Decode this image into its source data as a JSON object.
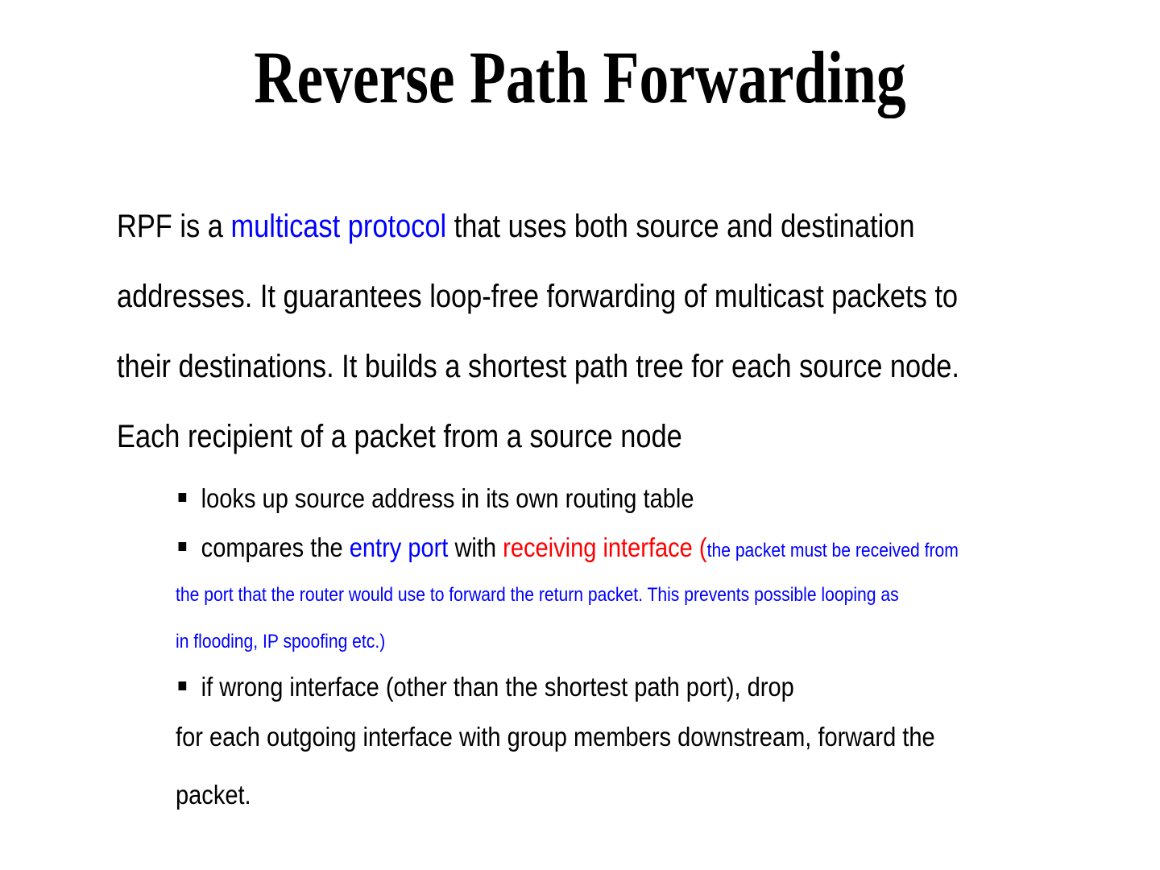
{
  "slide": {
    "title": "Reverse Path Forwarding",
    "colors": {
      "text": "#000000",
      "accent_blue": "#0000ff",
      "accent_red": "#ff0000",
      "background": "#ffffff"
    },
    "paragraph": {
      "line1_a": "RPF is a ",
      "line1_link": "multicast protocol",
      "line1_b": " that uses both source and destination",
      "line2": "addresses. It guarantees loop-free forwarding of multicast packets to",
      "line3": "their destinations. It builds a shortest path tree for each source node.",
      "line4": "Each recipient of a packet from a source node"
    },
    "bullets": [
      {
        "marker": "square-bullet",
        "text": " looks up source address in its own routing table"
      },
      {
        "marker": "square-bullet",
        "text_a": "compares the ",
        "text_blue": "entry port",
        "text_b": " with ",
        "text_red": "receiving interface ",
        "paren_open": "(",
        "note_first": "the packet must be received from"
      },
      {
        "marker": "square-bullet",
        "text": " if wrong interface (other than the shortest path port), drop"
      }
    ],
    "note_continuation": [
      "the port that the router would use to forward the return packet. This prevents possible looping as",
      "in flooding, IP spoofing etc.)"
    ],
    "closing_lines": [
      "for each outgoing interface with group members downstream, forward the",
      "packet."
    ]
  }
}
